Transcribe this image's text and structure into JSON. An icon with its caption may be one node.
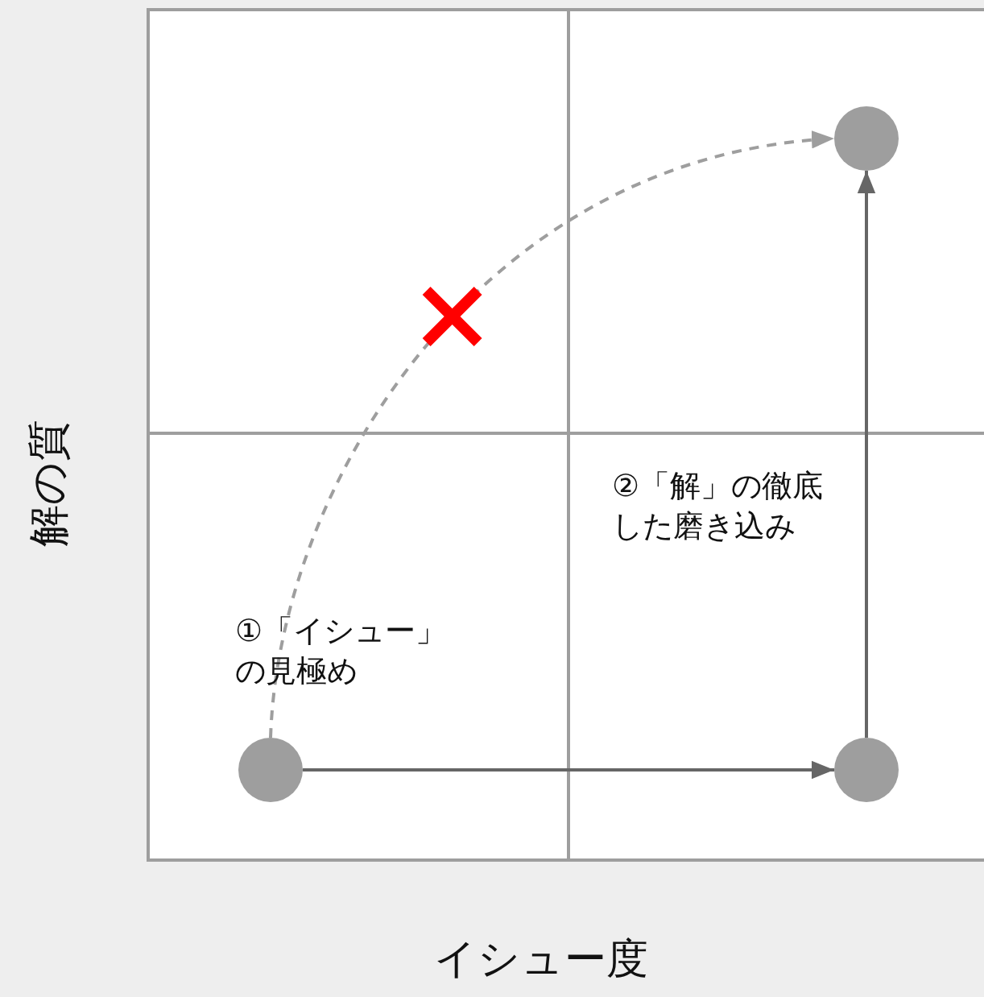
{
  "diagram": {
    "nodes": [
      {
        "text": [],
        "shape": "circle"
      },
      {
        "text": [],
        "shape": "circle"
      },
      {
        "text": [],
        "shape": "circle"
      }
    ],
    "edges": [
      {
        "from": 0,
        "to": 1,
        "arrow": "to"
      },
      {
        "from": 1,
        "to": 2,
        "arrow": "to"
      },
      {
        "from": 0,
        "to": 2,
        "arrow": "to",
        "style": "dashed",
        "color": "#9e9e9e"
      }
    ],
    "labels": [
      "①「イシュー」の見極め",
      "②「解」の徹底した磨き込み",
      "解の質",
      "イシュー度"
    ]
  }
}
